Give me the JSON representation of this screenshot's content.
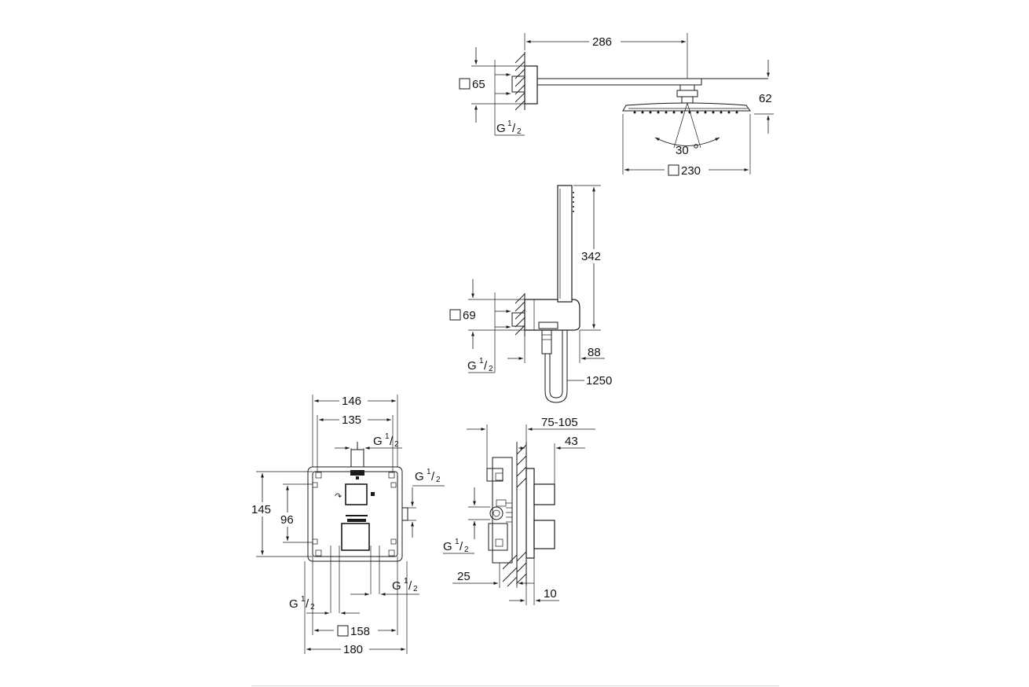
{
  "overhead_shower": {
    "arm_length": "286",
    "flange_square": "65",
    "height_offset": "62",
    "tilt_angle": "30",
    "head_square": "230",
    "connection": {
      "g": "G",
      "num": "1",
      "den": "2"
    }
  },
  "hand_shower": {
    "length": "342",
    "bracket_square": "69",
    "projection": "88",
    "hose_length": "1250",
    "connection": {
      "g": "G",
      "num": "1",
      "den": "2"
    }
  },
  "mixer_front": {
    "width_outer": "146",
    "width_inner": "135",
    "height_outer": "145",
    "height_inner": "96",
    "plate_square": "158",
    "overall_width": "180",
    "connection_top": {
      "g": "G",
      "num": "1",
      "den": "2"
    },
    "connection_right": {
      "g": "G",
      "num": "1",
      "den": "2"
    },
    "connection_bottom_right": {
      "g": "G",
      "num": "1",
      "den": "2"
    },
    "connection_bottom_left": {
      "g": "G",
      "num": "1",
      "den": "2"
    }
  },
  "mixer_side": {
    "installation_depth": "75-105",
    "handle_projection": "43",
    "wall_offset": "25",
    "plate_thickness": "10",
    "connection": {
      "g": "G",
      "num": "1",
      "den": "2"
    }
  }
}
